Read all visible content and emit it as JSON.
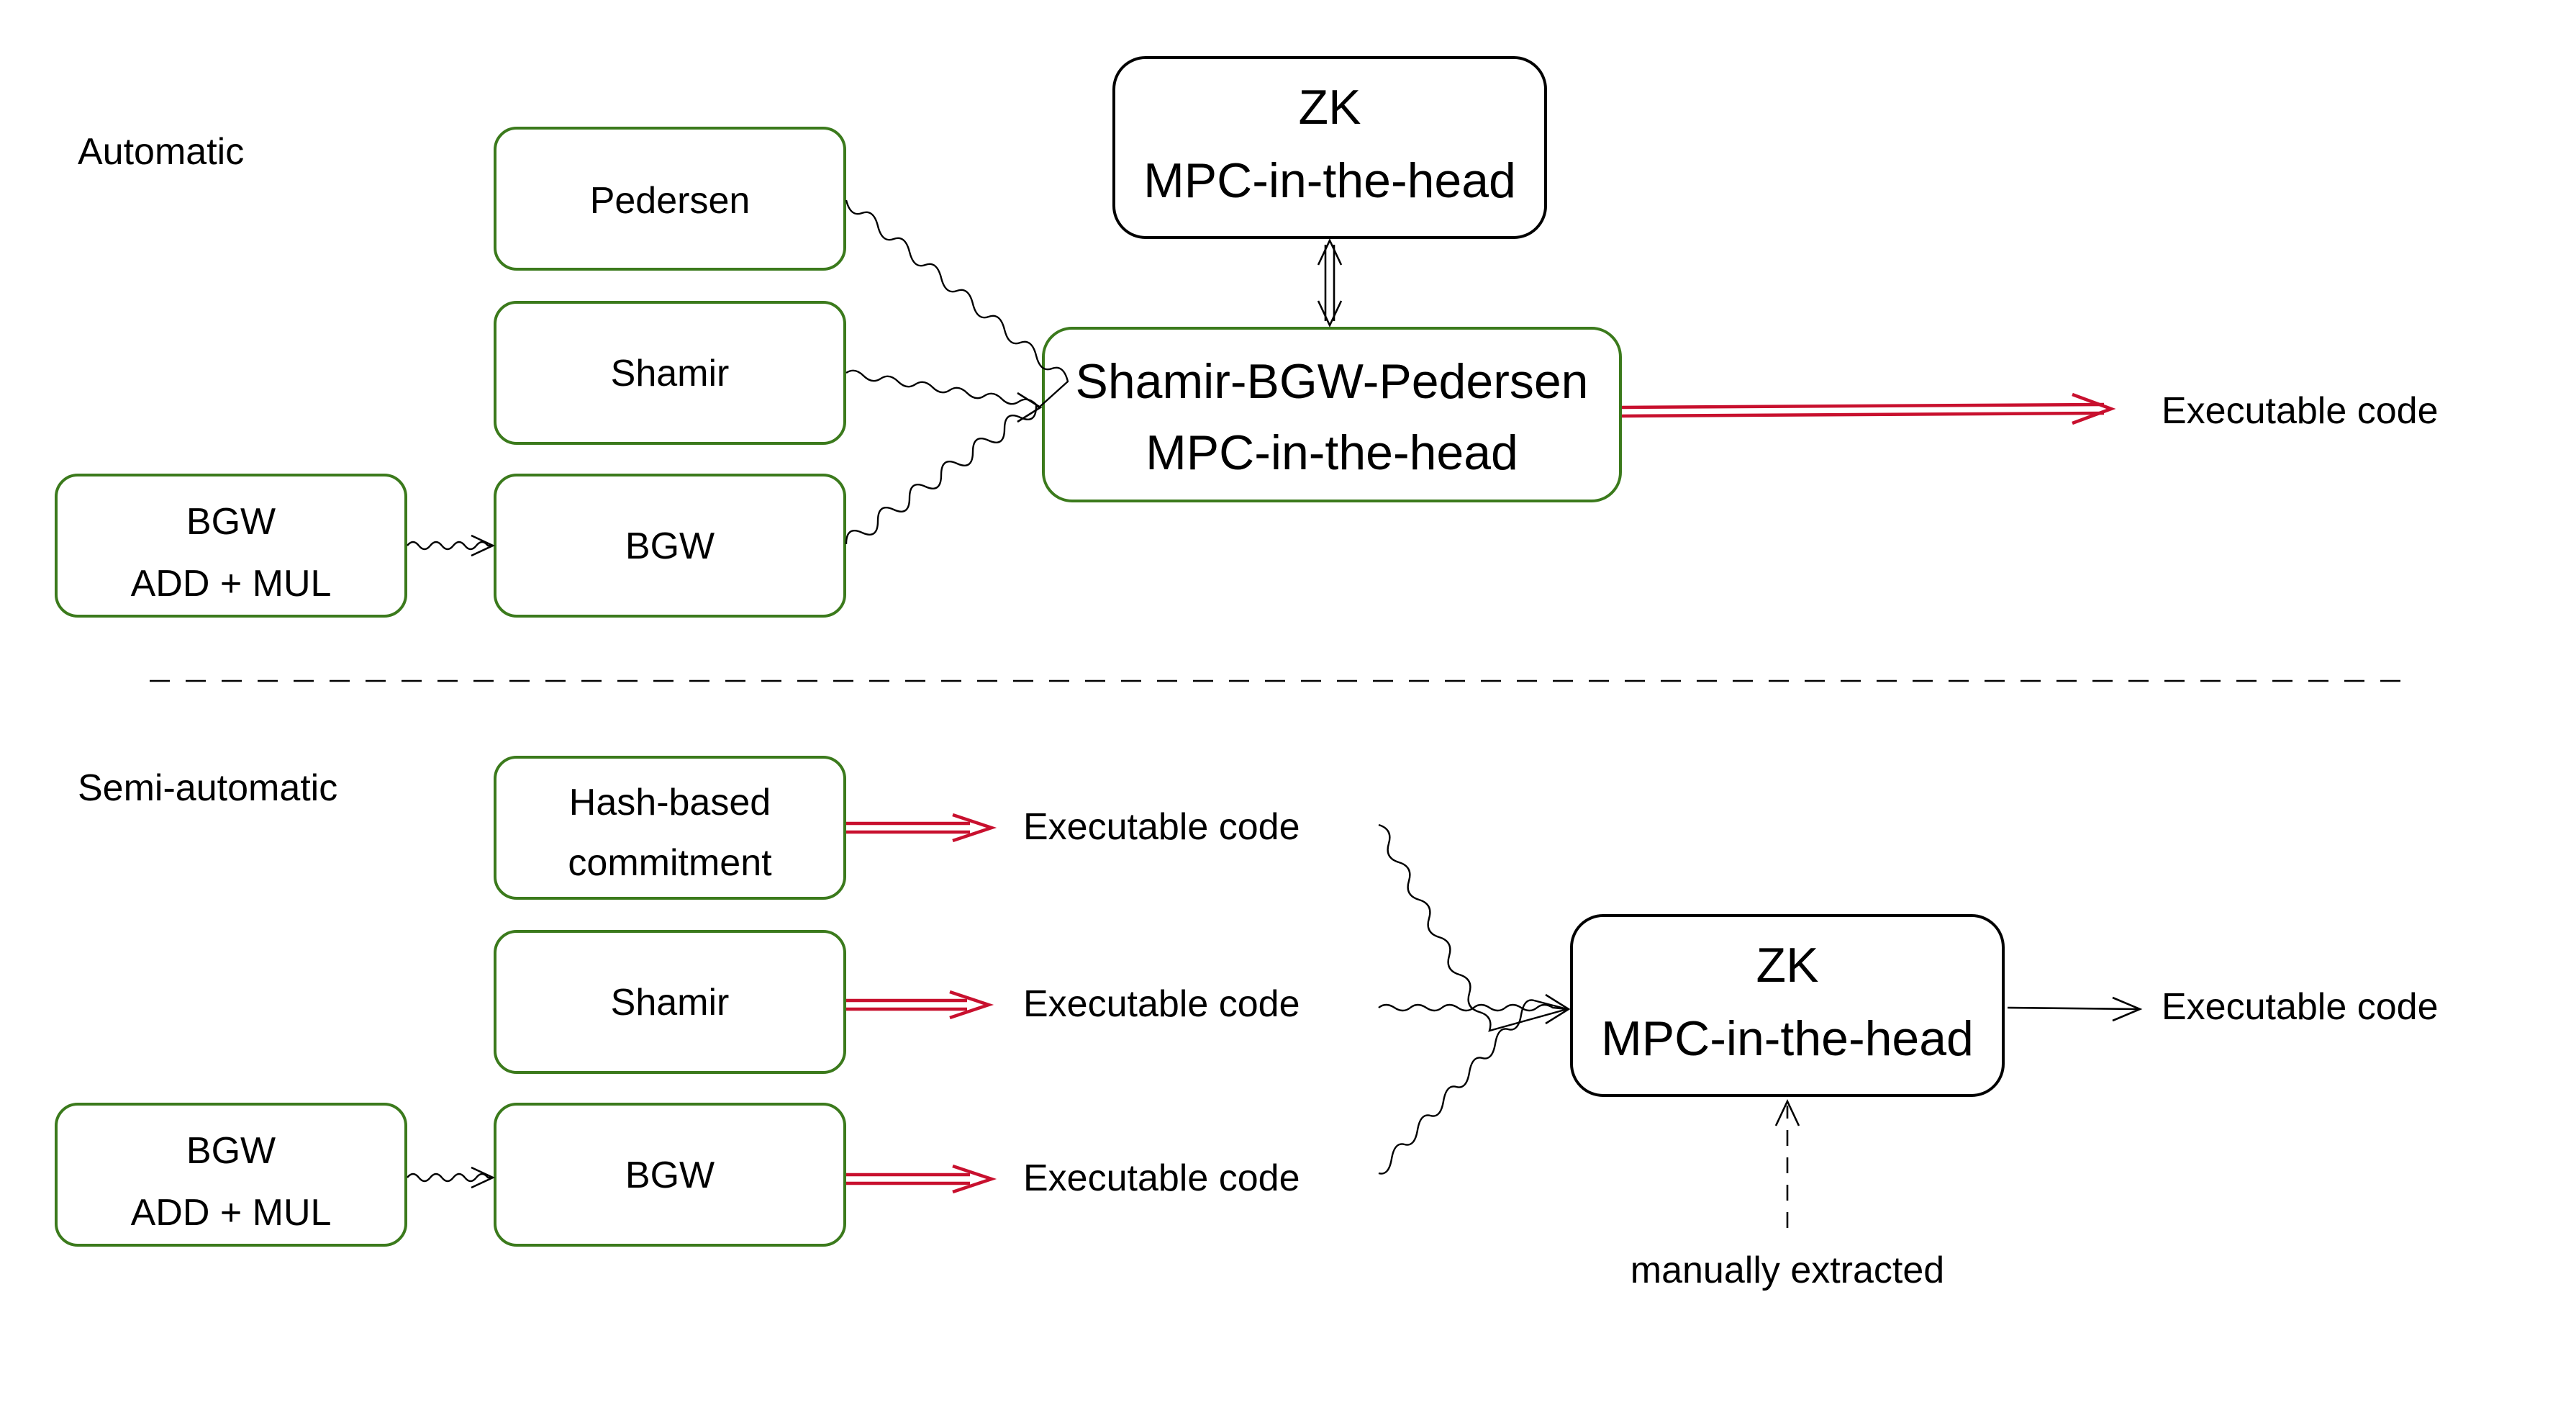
{
  "sections": {
    "automatic": "Automatic",
    "semi_automatic": "Semi-automatic"
  },
  "top": {
    "pedersen": "Pedersen",
    "shamir": "Shamir",
    "bgw": "BGW",
    "bgw_add_mul_line1": "BGW",
    "bgw_add_mul_line2": "ADD + MUL",
    "zk_line1": "ZK",
    "zk_line2": "MPC-in-the-head",
    "combined_line1": "Shamir-BGW-Pedersen",
    "combined_line2": "MPC-in-the-head",
    "output": "Executable code"
  },
  "bottom": {
    "hash_line1": "Hash-based",
    "hash_line2": "commitment",
    "shamir": "Shamir",
    "bgw": "BGW",
    "bgw_add_mul_line1": "BGW",
    "bgw_add_mul_line2": "ADD + MUL",
    "exec_hash": "Executable code",
    "exec_shamir": "Executable code",
    "exec_bgw": "Executable code",
    "zk_line1": "ZK",
    "zk_line2": "MPC-in-the-head",
    "output": "Executable code",
    "manual_note": "manually extracted"
  },
  "colors": {
    "box_border_green": "#3b7a1c",
    "box_border_black": "#000000",
    "extraction_arrow": "#c8102e"
  }
}
